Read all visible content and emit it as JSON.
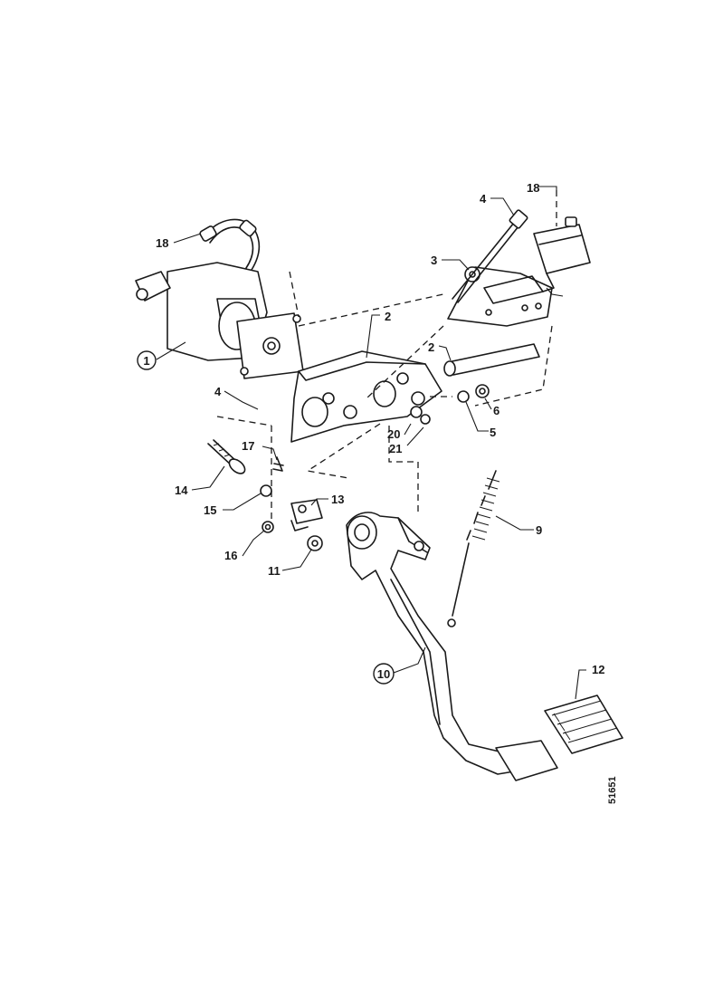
{
  "diagram": {
    "callouts": {
      "c1": "1",
      "c2a": "2",
      "c2b": "2",
      "c3": "3",
      "c4a": "4",
      "c4b": "4",
      "c5": "5",
      "c6": "6",
      "c9": "9",
      "c10": "10",
      "c11": "11",
      "c12": "12",
      "c13": "13",
      "c14": "14",
      "c15": "15",
      "c16": "16",
      "c17": "17",
      "c18a": "18",
      "c18b": "18",
      "c20": "20",
      "c21": "21"
    },
    "reference_number": "51651"
  }
}
